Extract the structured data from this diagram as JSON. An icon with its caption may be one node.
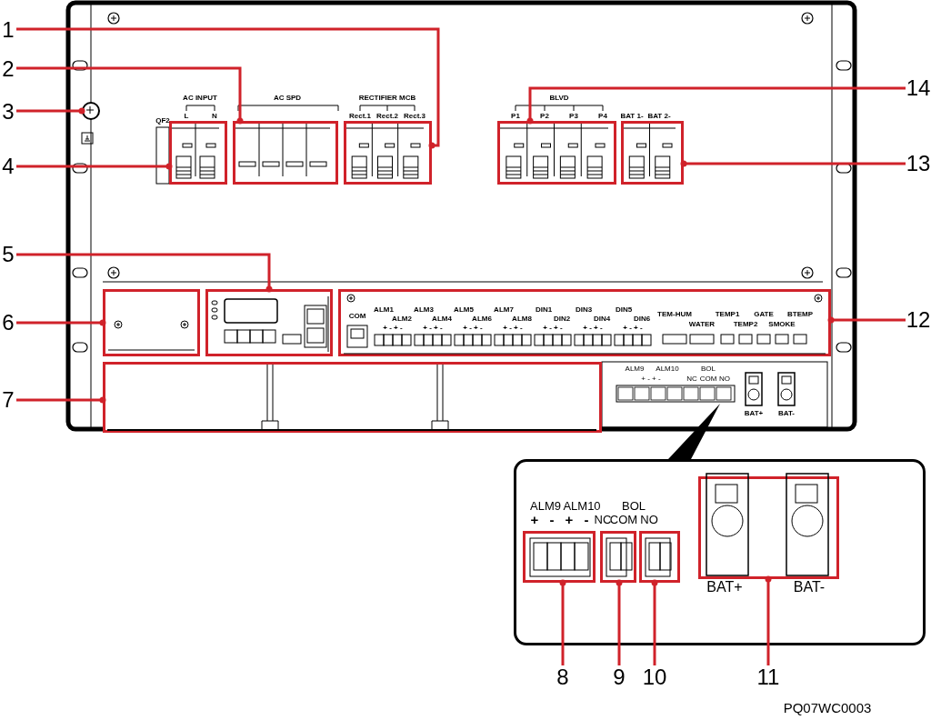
{
  "diagram": {
    "nodes": [
      {
        "text": [
          "1"
        ]
      },
      {
        "text": [
          "2"
        ]
      },
      {
        "text": [
          "3"
        ]
      },
      {
        "text": [
          "4"
        ]
      },
      {
        "text": [
          "5"
        ]
      },
      {
        "text": [
          "6"
        ]
      },
      {
        "text": [
          "7"
        ]
      },
      {
        "text": [
          "8"
        ]
      },
      {
        "text": [
          "9"
        ]
      },
      {
        "text": [
          "10"
        ]
      },
      {
        "text": [
          "11"
        ]
      },
      {
        "text": [
          "12"
        ]
      },
      {
        "text": [
          "13"
        ]
      },
      {
        "text": [
          "14"
        ]
      },
      {
        "text": [],
        "shape": "box"
      },
      {
        "text": [],
        "shape": "box"
      },
      {
        "text": [],
        "shape": "box"
      },
      {
        "text": [],
        "shape": "circle"
      },
      {
        "text": [],
        "shape": "box"
      },
      {
        "text": [],
        "shape": "box"
      },
      {
        "text": [],
        "shape": "box"
      },
      {
        "text": [],
        "shape": "box"
      },
      {
        "text": [],
        "shape": "box",
        "in": 14
      },
      {
        "text": [],
        "shape": "box",
        "in": 14
      },
      {
        "text": [],
        "shape": "box",
        "in": 14
      },
      {
        "text": [],
        "shape": "box",
        "in": 14
      },
      {
        "text": [],
        "shape": "box"
      },
      {
        "text": [],
        "shape": "box"
      },
      {
        "text": [],
        "shape": "box"
      }
    ],
    "edges": [
      {
        "from": 0,
        "to": 15,
        "arrow": "other"
      },
      {
        "from": 1,
        "to": 16,
        "arrow": "other"
      },
      {
        "from": 2,
        "to": 17,
        "arrow": "other"
      },
      {
        "from": 3,
        "to": 18,
        "arrow": "other"
      },
      {
        "from": 4,
        "to": 19,
        "arrow": "other"
      },
      {
        "from": 5,
        "to": 20,
        "arrow": "other"
      },
      {
        "from": 6,
        "to": 21,
        "arrow": "other"
      },
      {
        "from": 7,
        "to": 22,
        "arrow": "other"
      },
      {
        "from": 8,
        "to": 23,
        "arrow": "other"
      },
      {
        "from": 9,
        "to": 24,
        "arrow": "other"
      },
      {
        "from": 10,
        "to": 25,
        "arrow": "other"
      },
      {
        "from": 11,
        "to": 26,
        "arrow": "other"
      },
      {
        "from": 12,
        "to": 27,
        "arrow": "other"
      },
      {
        "from": 13,
        "to": 28,
        "arrow": "other"
      }
    ],
    "labels": [
      "AC INPUT",
      "L",
      "N",
      "AC SPD",
      "RECTIFIER MCB",
      "Rect.1",
      "Rect.2",
      "Rect.3",
      "BLVD",
      "P1",
      "P2",
      "P3",
      "P4",
      "BAT 1-",
      "BAT 2-",
      "QF2",
      "COM",
      "ALM1",
      "ALM2",
      "ALM3",
      "ALM4",
      "ALM5",
      "ALM6",
      "ALM7",
      "ALM8",
      "DIN1",
      "DIN2",
      "DIN3",
      "DIN4",
      "DIN5",
      "DIN6",
      "+ - + -",
      "+ - + -",
      "+ - + -",
      "+ - + -",
      "+ - + -",
      "+ - + -",
      "+ - + -",
      "TEM-HUM",
      "WATER",
      "TEMP1",
      "TEMP2",
      "GATE",
      "SMOKE",
      "BTEMP",
      "ALM9",
      "ALM10",
      "BOL",
      "+ - + -",
      "NC",
      "COM",
      "NO",
      "BAT+",
      "BAT-",
      "ALM9",
      "ALM10",
      "BOL",
      "+",
      "-",
      "+",
      "-",
      "NC",
      "COM",
      "NO",
      "BAT+",
      "BAT-",
      "PQ07WC0003"
    ]
  }
}
